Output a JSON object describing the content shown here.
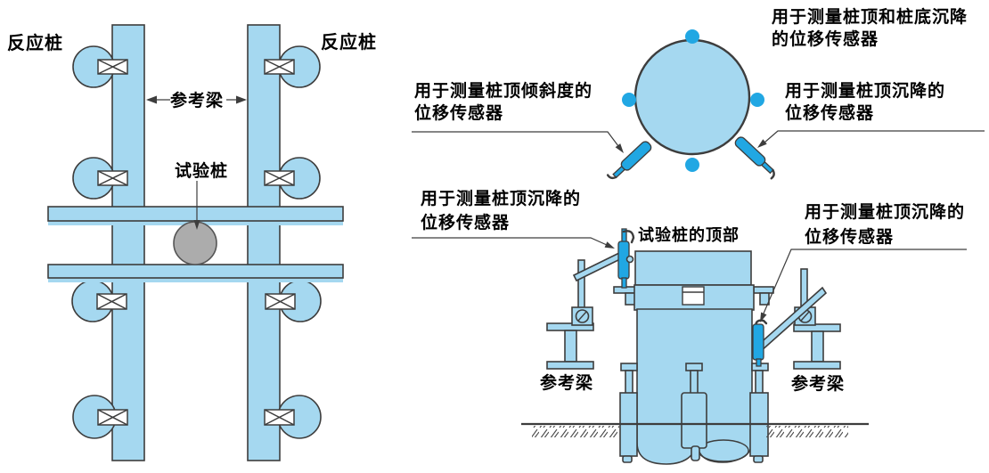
{
  "colors": {
    "lb": "#A5D8F0",
    "bb": "#21A7E3",
    "ol": "#3D3D3D",
    "gray_fill": "#ACACAC",
    "gray_stroke": "#555555",
    "text": "#000000",
    "bg": "#FFFFFF"
  },
  "plan_view": {
    "label_reaction_pile_left": "反应桩",
    "label_reaction_pile_right": "反应桩",
    "label_reference_beam": "参考梁",
    "label_test_pile": "试验桩"
  },
  "top_view": {
    "label_top_right": {
      "line1": "用于测量桩顶和桩底沉降",
      "line2": "的位移传感器"
    },
    "label_left": {
      "line1": "用于测量桩顶倾斜度的",
      "line2": "位移传感器"
    },
    "label_right": {
      "line1": "用于测量桩顶沉降的",
      "line2": "位移传感器"
    }
  },
  "elevation_view": {
    "label_sensor_left": {
      "line1": "用于测量桩顶沉降的",
      "line2": "位移传感器"
    },
    "label_sensor_right": {
      "line1": "用于测量桩顶沉降的",
      "line2": "位移传感器"
    },
    "label_pile_top": "试验桩的顶部",
    "label_reference_beam_left": "参考梁",
    "label_reference_beam_right": "参考梁"
  }
}
